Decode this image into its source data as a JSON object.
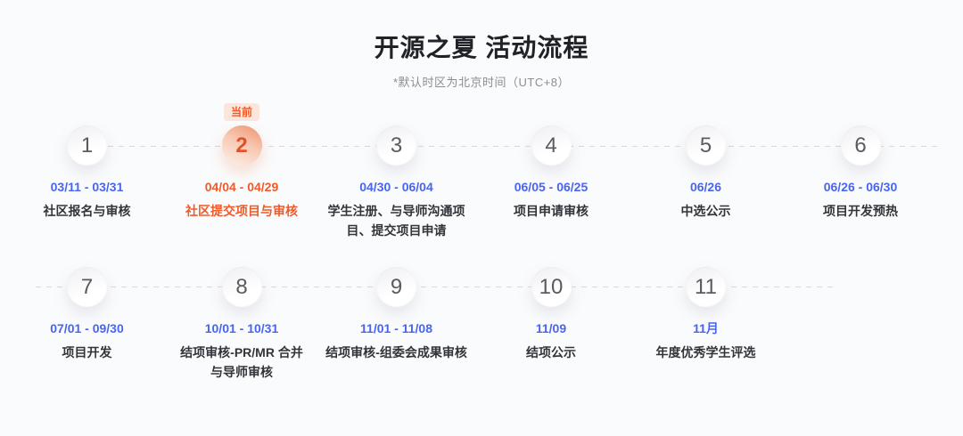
{
  "header": {
    "title": "开源之夏 活动流程",
    "subtitle": "*默认时区为北京时间（UTC+8）"
  },
  "timeline": {
    "current_badge": "当前",
    "steps": [
      {
        "num": "1",
        "date": "03/11 - 03/31",
        "label": "社区报名与审核",
        "current": false
      },
      {
        "num": "2",
        "date": "04/04 - 04/29",
        "label": "社区提交项目与审核",
        "current": true
      },
      {
        "num": "3",
        "date": "04/30 - 06/04",
        "label": "学生注册、与导师沟通项\n目、提交项目申请",
        "current": false
      },
      {
        "num": "4",
        "date": "06/05 - 06/25",
        "label": "项目申请审核",
        "current": false
      },
      {
        "num": "5",
        "date": "06/26",
        "label": "中选公示",
        "current": false
      },
      {
        "num": "6",
        "date": "06/26 - 06/30",
        "label": "项目开发预热",
        "current": false
      },
      {
        "num": "7",
        "date": "07/01 - 09/30",
        "label": "项目开发",
        "current": false
      },
      {
        "num": "8",
        "date": "10/01 - 10/31",
        "label": "结项审核-PR/MR 合并\n与导师审核",
        "current": false
      },
      {
        "num": "9",
        "date": "11/01 - 11/08",
        "label": "结项审核-组委会成果审核",
        "current": false
      },
      {
        "num": "10",
        "date": "11/09",
        "label": "结项公示",
        "current": false
      },
      {
        "num": "11",
        "date": "11月",
        "label": "年度优秀学生评选",
        "current": false
      }
    ]
  },
  "colors": {
    "accent_blue": "#4965F0",
    "accent_orange": "#EE5B2B",
    "badge_bg": "#FCE5DA",
    "text_dark": "#33343A",
    "line_gray": "#D8D8DC",
    "current_circle_top": "#F0906A",
    "page_bg": "#FAFBFC"
  }
}
